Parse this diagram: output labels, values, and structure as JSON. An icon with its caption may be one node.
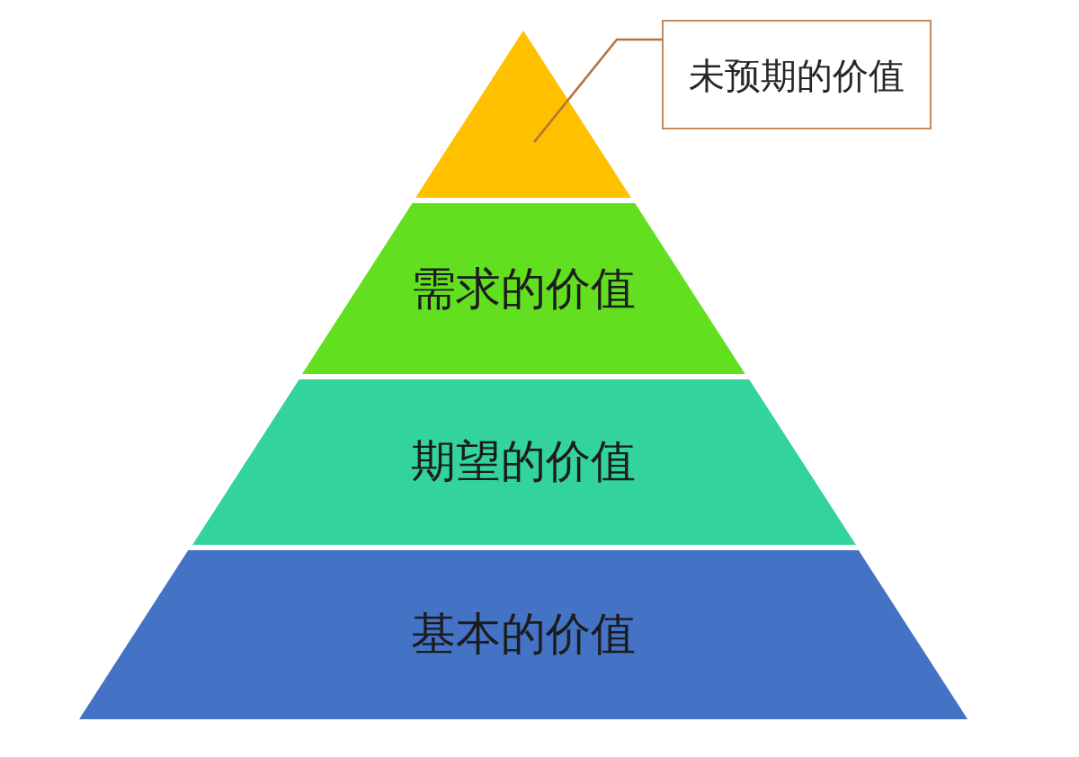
{
  "diagram": {
    "nodes": [
      {
        "text": [],
        "shape": "triangle"
      },
      {
        "text": [
          "未预期的价值"
        ]
      },
      {
        "text": [
          "需求的价值"
        ]
      },
      {
        "text": [
          "期望的价值"
        ]
      },
      {
        "text": [
          "基本的价值"
        ]
      }
    ],
    "edges": [
      {
        "from": 1,
        "to": 0,
        "arrow": "none"
      }
    ]
  }
}
